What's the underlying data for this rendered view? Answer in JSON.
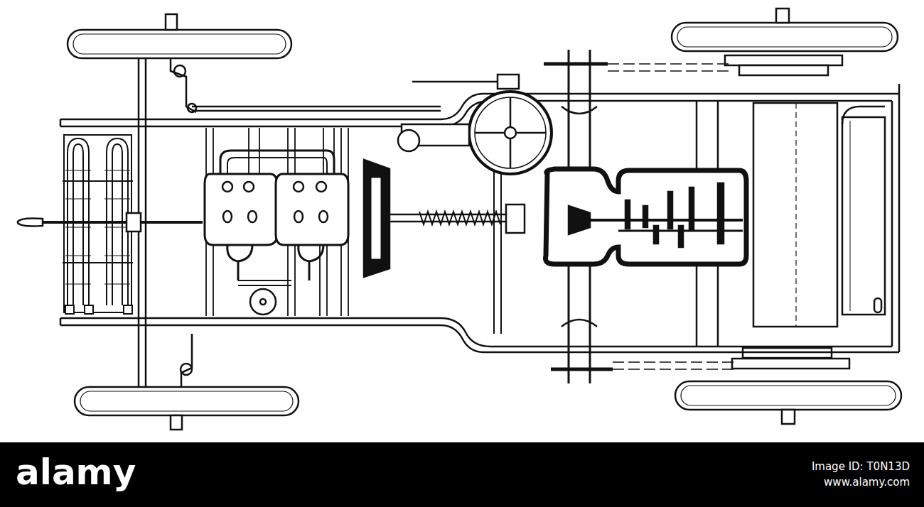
{
  "diagram": {
    "labels": [
      "alamy",
      "Image ID: T0N13D",
      "www.alamy.com"
    ]
  }
}
